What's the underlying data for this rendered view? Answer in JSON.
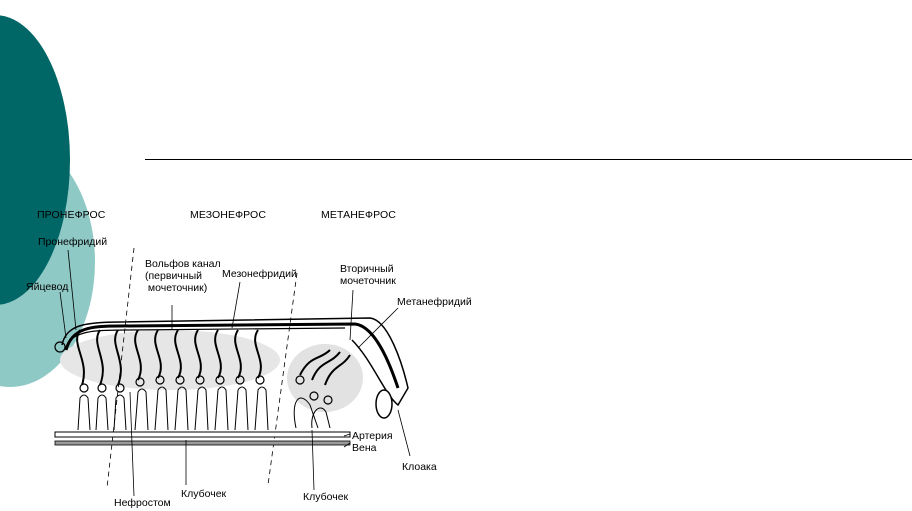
{
  "slide": {
    "colors": {
      "teal_dark": "#006666",
      "teal_light": "#8fc9c6"
    }
  },
  "diagram": {
    "sections": {
      "pronephros": "ПРОНЕФРОС",
      "mesonephros": "МЕЗОНЕФРОС",
      "metanephros": "МЕТАНЕФРОС"
    },
    "labels": {
      "pronephridium": "Пронефридий",
      "oviduct": "Яйцевод",
      "wolffian_duct": "Вольфов канал\n(первичный\n мочеточник)",
      "mesonephridium": "Мезонефридий",
      "secondary_ureter": "Вторичный\nмочеточник",
      "metanephridium": "Метанефридий",
      "artery": "Артерия",
      "vein": "Вена",
      "cloaca": "Клоака",
      "nephrostome": "Нефростом",
      "glomerulus_1": "Клубочек",
      "glomerulus_2": "Клубочек"
    }
  }
}
